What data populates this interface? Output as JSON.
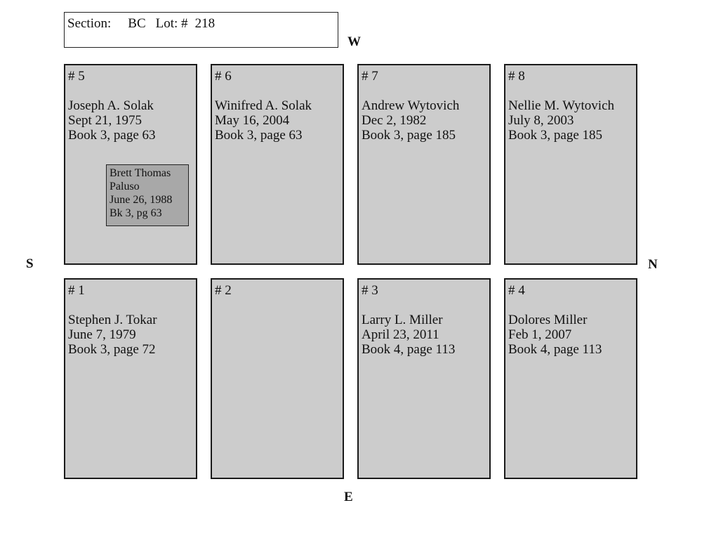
{
  "header": {
    "section_label": "Section:",
    "section_value": "BC",
    "lot_label": "Lot: #",
    "lot_value": "218"
  },
  "compass": {
    "west": "W",
    "south": "S",
    "north": "N",
    "east": "E"
  },
  "plots": {
    "p5": {
      "number": "# 5",
      "name": "Joseph A. Solak",
      "date": "Sept 21, 1975",
      "record": "Book 3, page 63",
      "inner": {
        "line1": "Brett Thomas",
        "line2": "Paluso",
        "line3": "June 26, 1988",
        "line4": "Bk 3, pg 63"
      }
    },
    "p6": {
      "number": "# 6",
      "name": "Winifred A. Solak",
      "date": "May 16, 2004",
      "record": "Book 3, page 63"
    },
    "p7": {
      "number": "# 7",
      "name": "Andrew Wytovich",
      "date": "Dec 2, 1982",
      "record": "Book 3, page 185"
    },
    "p8": {
      "number": "# 8",
      "name": "Nellie M. Wytovich",
      "date": "July 8, 2003",
      "record": "Book 3, page 185"
    },
    "p1": {
      "number": "# 1",
      "name": "Stephen J. Tokar",
      "date": "June 7, 1979",
      "record": "Book 3, page 72"
    },
    "p2": {
      "number": "# 2"
    },
    "p3": {
      "number": "# 3",
      "name": "Larry L. Miller",
      "date": "April 23, 2011",
      "record": "Book 4, page 113"
    },
    "p4": {
      "number": "# 4",
      "name": "Dolores Miller",
      "date": "Feb 1, 2007",
      "record": "Book 4, page 113"
    }
  },
  "colors": {
    "plot_fill": "#cccccc",
    "inner_fill": "#a8a8a8",
    "border": "#1a1a1a"
  }
}
